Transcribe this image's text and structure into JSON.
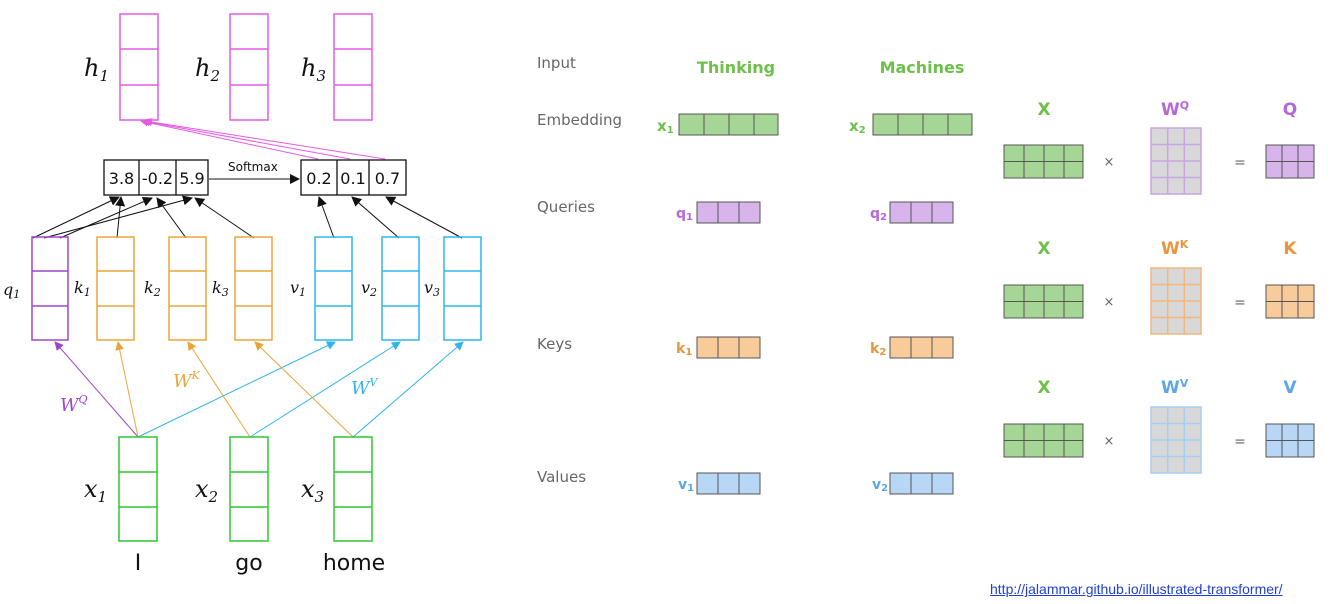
{
  "colors": {
    "pink": "#e658e6",
    "purple": "#9f47cc",
    "orange": "#eaa53b",
    "blue": "#2fb5ec",
    "green": "#2ec82e",
    "black": "#111111",
    "fill_green": "#a6d696",
    "fill_purple": "#d7b5ea",
    "fill_orange": "#f7cb9a",
    "fill_blue": "#b8d6f5",
    "fill_grey": "#d8d8d8",
    "label_green": "#6ec04a",
    "label_purple": "#b768d8",
    "label_orange": "#e9953f",
    "label_blue": "#5fa6e8",
    "label_grey": "#666666",
    "link_blue": "#1f3fd6"
  },
  "left": {
    "outputs": [
      {
        "sym": "h",
        "sub": "1"
      },
      {
        "sym": "h",
        "sub": "2"
      },
      {
        "sym": "h",
        "sub": "3"
      }
    ],
    "scores": [
      "3.8",
      "-0.2",
      "5.9"
    ],
    "softmax_label": "Softmax",
    "weights": [
      "0.2",
      "0.1",
      "0.7"
    ],
    "vectors": [
      {
        "sym": "q",
        "sub": "1"
      },
      {
        "sym": "k",
        "sub": "1"
      },
      {
        "sym": "k",
        "sub": "2"
      },
      {
        "sym": "k",
        "sub": "3"
      },
      {
        "sym": "v",
        "sub": "1"
      },
      {
        "sym": "v",
        "sub": "2"
      },
      {
        "sym": "v",
        "sub": "3"
      }
    ],
    "weight_labels": [
      {
        "sym": "W",
        "sup": "Q"
      },
      {
        "sym": "W",
        "sup": "K"
      },
      {
        "sym": "W",
        "sup": "V"
      }
    ],
    "inputs": [
      {
        "sym": "x",
        "sub": "1"
      },
      {
        "sym": "x",
        "sub": "2"
      },
      {
        "sym": "x",
        "sub": "3"
      }
    ],
    "words": [
      "I",
      "go",
      "home"
    ]
  },
  "middle": {
    "row_labels": [
      "Input",
      "Embedding",
      "Queries",
      "Keys",
      "Values"
    ],
    "tokens": [
      "Thinking",
      "Machines"
    ],
    "embeddings": [
      {
        "sym": "x",
        "sub": "1"
      },
      {
        "sym": "x",
        "sub": "2"
      }
    ],
    "queries": [
      {
        "sym": "q",
        "sub": "1"
      },
      {
        "sym": "q",
        "sub": "2"
      }
    ],
    "keys": [
      {
        "sym": "k",
        "sub": "1"
      },
      {
        "sym": "k",
        "sub": "2"
      }
    ],
    "values": [
      {
        "sym": "v",
        "sub": "1"
      },
      {
        "sym": "v",
        "sub": "2"
      }
    ]
  },
  "right": {
    "groups": [
      {
        "input": "X",
        "weight": "W",
        "weight_sup": "Q",
        "result": "Q"
      },
      {
        "input": "X",
        "weight": "W",
        "weight_sup": "K",
        "result": "K"
      },
      {
        "input": "X",
        "weight": "W",
        "weight_sup": "V",
        "result": "V"
      }
    ],
    "times": "×",
    "equals": "="
  },
  "footer": {
    "link": "http://jalammar.github.io/illustrated-transformer/"
  }
}
